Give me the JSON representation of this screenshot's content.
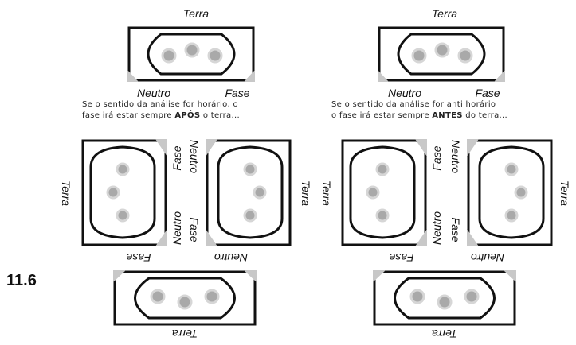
{
  "labels": {
    "terra": "Terra",
    "neutro": "Neutro",
    "fase": "Fase"
  },
  "left_panel": {
    "desc_line1": "Se o sentido da análise for horário, o",
    "desc_line2_before": "fase irá estar sempre ",
    "desc_line2_bold": "APÓS",
    "desc_line2_after": " o terra..."
  },
  "right_panel": {
    "desc_line1": "Se o sentido da análise for anti horário",
    "desc_line2_before": "o fase irá estar sempre ",
    "desc_line2_bold": "ANTES",
    "desc_line2_after": " do terra..."
  },
  "section_number": "11.6",
  "colors": {
    "frame": "#111111",
    "pin": "#a9a9a9",
    "pin_ring": "#d6d6d6",
    "corner": "#c8c8c8"
  }
}
